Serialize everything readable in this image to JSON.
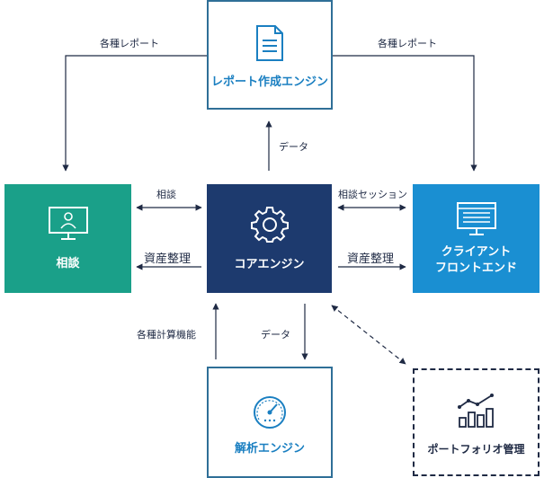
{
  "nodes": {
    "report_engine": {
      "label": "レポート作成エンジン",
      "icon": "document-icon"
    },
    "consult": {
      "label": "相談",
      "icon": "monitor-user-icon"
    },
    "core_engine": {
      "label": "コアエンジン",
      "icon": "gear-icon"
    },
    "client_frontend": {
      "label": "クライアント\nフロントエンド",
      "icon": "monitor-list-icon"
    },
    "analysis_engine": {
      "label": "解析エンジン",
      "icon": "gauge-icon"
    },
    "portfolio": {
      "label": "ポートフォリオ管理",
      "icon": "bar-chart-icon"
    }
  },
  "edges": {
    "report_to_consult": "各種レポート",
    "report_to_client": "各種レポート",
    "core_to_report": "データ",
    "consult_core_top": "相談",
    "consult_core_bottom": "資産整理",
    "client_core_top": "相談セッション",
    "client_core_bottom": "資産整理",
    "analysis_to_core": "各種計算機能",
    "core_to_analysis": "データ"
  },
  "colors": {
    "teal": "#1aa089",
    "navy": "#1d3a6e",
    "blue": "#1a8fd2",
    "line": "#1f2a44",
    "outline": "#2f6f97",
    "text_blue": "#1a7fc1"
  }
}
